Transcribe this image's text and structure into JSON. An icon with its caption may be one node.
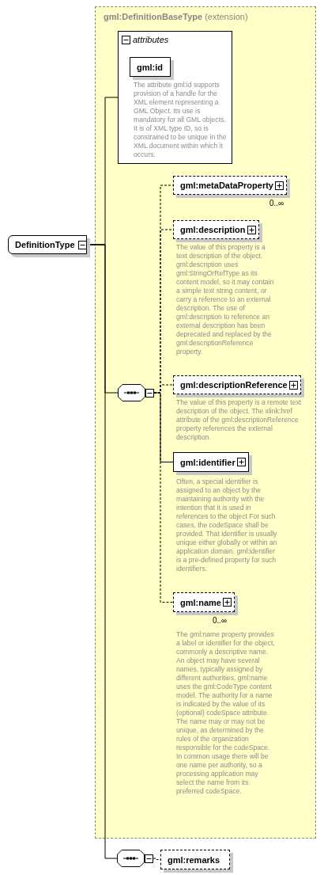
{
  "diagram": {
    "nodes": [
      {
        "text": [
          "DefinitionType"
        ]
      },
      {
        "text": [
          "**gml:DefinitionBaseType** (extension)"
        ]
      },
      {
        "text": [
          "attributes"
        ],
        "in": 1
      },
      {
        "text": [
          "gml:id"
        ],
        "in": 2,
        "beside": [
          "The attribute gml:id supports provision of a handle for the XML element representing a GML Object. Its use is mandatory for all GML objects. It is of XML type ID, so is constrained to be unique in the XML document within which it occurs."
        ]
      },
      {
        "text": [],
        "shape": "octagon",
        "in": 1
      },
      {
        "text": [
          "gml:metaDataProperty"
        ],
        "in": 1,
        "beside": [
          "0..∞"
        ]
      },
      {
        "text": [
          "gml:description"
        ],
        "in": 1,
        "beside": [
          "The value of this property is a text description of the object. gml:description uses gml:StringOrRefType as its content model, so it may contain a simple text string content, or carry a reference to an external description. The use of gml:description to reference an external description has been deprecated and replaced by the gml:descriptionReference property."
        ]
      },
      {
        "text": [
          "gml:descriptionReference"
        ],
        "in": 1,
        "beside": [
          "The value of this property is a remote text description of the object. The xlink:href attribute of the gml:descriptionReference property references the external description."
        ]
      },
      {
        "text": [
          "gml:identifier"
        ],
        "in": 1,
        "beside": [
          "Often, a special identifier is assigned to an object by the maintaining authority with the intention that it is used in references to the object For such cases, the codeSpace shall be provided. That identifier is usually unique either globally or within an application domain. gml:identifier is a pre-defined property for such identifiers."
        ]
      },
      {
        "text": [
          "gml:name"
        ],
        "in": 1,
        "beside": [
          "0..∞",
          "The gml:name property provides a label or identifier for the object, commonly a descriptive name. An object may have several names, typically assigned by different authorities. gml:name uses the gml:CodeType content model.  The authority for a name is indicated by the value of its (optional) codeSpace attribute.  The name may or may not be unique, as determined by the rules of the organization responsible for the codeSpace.  In common usage there will be one name per authority, so a processing application may select the name from its preferred codeSpace."
        ]
      },
      {
        "text": [],
        "shape": "octagon"
      },
      {
        "text": [
          "gml:remarks"
        ]
      }
    ],
    "edges": [
      {
        "from": 0,
        "to": 2,
        "arrow": "none"
      },
      {
        "from": 0,
        "to": 4,
        "arrow": "none"
      },
      {
        "from": 0,
        "to": 10,
        "arrow": "none"
      },
      {
        "from": 4,
        "to": 5,
        "arrow": "none",
        "style": "dashed"
      },
      {
        "from": 4,
        "to": 6,
        "arrow": "none",
        "style": "dashed"
      },
      {
        "from": 4,
        "to": 7,
        "arrow": "none",
        "style": "dashed"
      },
      {
        "from": 4,
        "to": 8,
        "arrow": "none"
      },
      {
        "from": 4,
        "to": 9,
        "arrow": "none",
        "style": "dashed"
      },
      {
        "from": 10,
        "to": 11,
        "arrow": "none",
        "style": "dashed"
      }
    ]
  }
}
